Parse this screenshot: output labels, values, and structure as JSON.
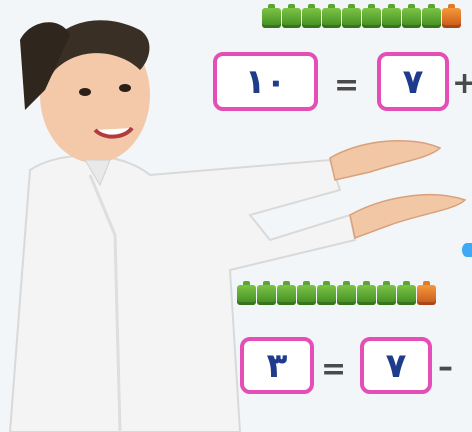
{
  "equation_top": {
    "result": "١٠",
    "equals": "=",
    "addend": "٧",
    "operator": "+"
  },
  "equation_bottom": {
    "result": "٣",
    "equals": "=",
    "subtrahend": "٧",
    "operator": "–"
  },
  "cube_train_top": {
    "green_cubes": 9,
    "orange_cubes": 1
  },
  "cube_train_bottom": {
    "green_cubes": 9,
    "orange_cubes": 1
  },
  "colors": {
    "box_border": "#e44fb7",
    "digit_text": "#1f3c8c",
    "cube_green": "#5aa532",
    "cube_orange": "#e07a2a"
  }
}
